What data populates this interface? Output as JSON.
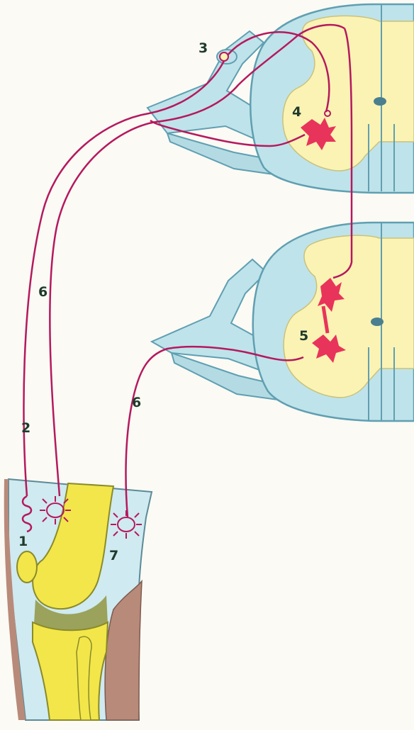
{
  "labels": {
    "receptor_1": "1",
    "afferent_2": "2",
    "ganglion_3": "3",
    "interneuron_4": "4",
    "motor_neuron_5": "5",
    "fiber_6_left": "6",
    "fiber_6_right": "6",
    "receptor_7": "7"
  },
  "colors": {
    "background": "#fbfaf4",
    "cord_white_matter": "#bfe3ea",
    "cord_outline": "#5f9fb2",
    "gray_matter": "#fbf3b4",
    "neuron": "#e8345a",
    "nerve_fiber": "#b5195e",
    "bone": "#f2e64a",
    "bone_shadow": "#8a8a2a",
    "tissue_blue": "#cfeaf0",
    "skin": "#b88a7a",
    "label": "#1f3a2c"
  }
}
